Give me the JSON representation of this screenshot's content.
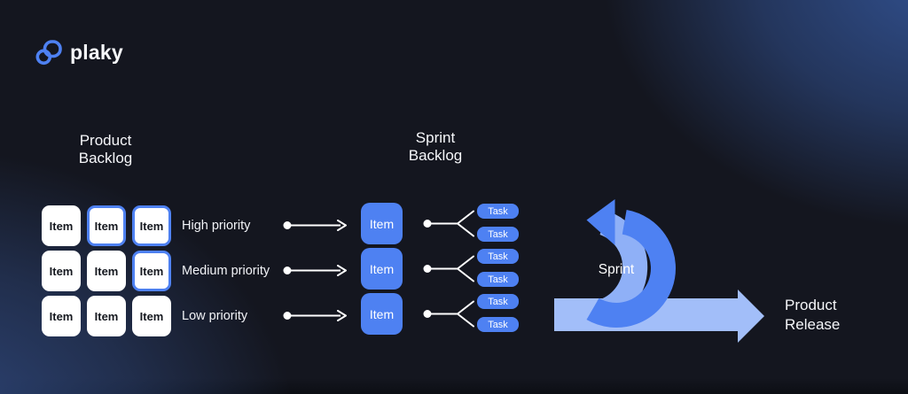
{
  "brand": {
    "name": "plaky",
    "logo_icon": "plaky-logo-icon",
    "logo_color": "#4e81f2"
  },
  "colors": {
    "accent": "#4e81f2",
    "accent_light_arc": "#8fb0f7",
    "accent_light_arrow": "#a2bef9",
    "background": "#14161f",
    "corner_glow_top_right": "#31508f",
    "corner_glow_bottom_left": "#2e4679",
    "card_white": "#ffffff",
    "text_light": "#f6f7fa",
    "text_dark": "#15181f"
  },
  "product_backlog": {
    "title_line1": "Product",
    "title_line2": "Backlog",
    "rows": [
      {
        "priority_label": "High priority",
        "items": [
          {
            "label": "Item",
            "highlighted": false
          },
          {
            "label": "Item",
            "highlighted": true
          },
          {
            "label": "Item",
            "highlighted": true
          }
        ]
      },
      {
        "priority_label": "Medium priority",
        "items": [
          {
            "label": "Item",
            "highlighted": false
          },
          {
            "label": "Item",
            "highlighted": false
          },
          {
            "label": "Item",
            "highlighted": true
          }
        ]
      },
      {
        "priority_label": "Low priority",
        "items": [
          {
            "label": "Item",
            "highlighted": false
          },
          {
            "label": "Item",
            "highlighted": false
          },
          {
            "label": "Item",
            "highlighted": false
          }
        ]
      }
    ]
  },
  "sprint_backlog": {
    "title_line1": "Sprint",
    "title_line2": "Backlog",
    "items": [
      {
        "label": "Item",
        "tasks": [
          {
            "label": "Task"
          },
          {
            "label": "Task"
          }
        ]
      },
      {
        "label": "Item",
        "tasks": [
          {
            "label": "Task"
          },
          {
            "label": "Task"
          }
        ]
      },
      {
        "label": "Item",
        "tasks": [
          {
            "label": "Task"
          },
          {
            "label": "Task"
          }
        ]
      }
    ]
  },
  "sprint_loop": {
    "label": "Sprint"
  },
  "product_release": {
    "title_line1": "Product",
    "title_line2": "Release"
  }
}
